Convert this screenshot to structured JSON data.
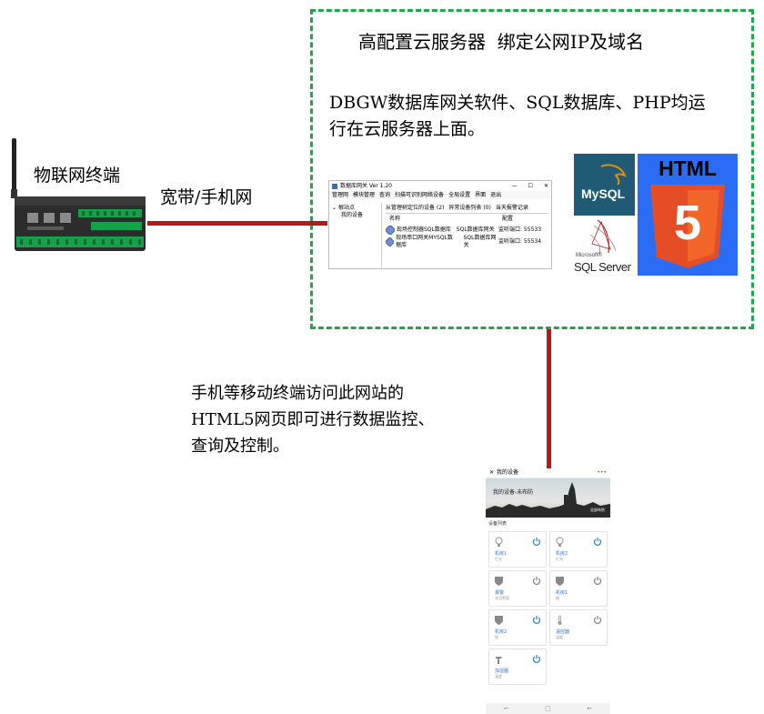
{
  "cloud": {
    "title": "高配置云服务器  绑定公网IP及域名",
    "desc_line1": "DBGW数据库网关软件、SQL数据库、PHP均运",
    "desc_line2": "行在云服务器上面。"
  },
  "device": {
    "label": "物联网终端"
  },
  "link": {
    "label": "宽带/手机网"
  },
  "phone_note": {
    "line1": "手机等移动终端访问此网站的",
    "line2": "HTML5网页即可进行数据监控、",
    "line3": "查询及控制。"
  },
  "software": {
    "title": "数据库网关 Ver 1.20",
    "menu": [
      "管理网",
      "模块管理",
      "查询",
      "扫描可识别网络设备",
      "全局设置",
      "界面",
      "退出"
    ],
    "tree_root": "根站点",
    "tree_child": "我的设备",
    "tabs": [
      "从管理树定位的设备 (2)",
      "异常设备列表 (0)",
      "当天报警记录"
    ],
    "col_name": "名称",
    "col_config": "配置",
    "rows": [
      {
        "name": "现场控制器SQL数据库",
        "type": "SQL数据库网关",
        "config": "监听端口: 55533"
      },
      {
        "name": "现场串口网关MYSQL数据库",
        "type": "SQL数据库网关",
        "config": "监听端口: 55534"
      }
    ],
    "win_controls": [
      "—",
      "☐",
      "✕"
    ]
  },
  "logos": {
    "mysql": "MySQL",
    "html": "HTML",
    "html_num": "5",
    "sqlserver_small": "Microsoft®",
    "sqlserver": "SQL Server"
  },
  "phone": {
    "title": "我的设备",
    "more": "•••",
    "banner_text": "我的设备-未布防",
    "banner_btn": "全部布防",
    "list_title": "设备列表",
    "cards": [
      {
        "name": "机房1",
        "sub": "灯光",
        "icon": "bulb",
        "on": true
      },
      {
        "name": "机房2",
        "sub": "灯光",
        "icon": "bulb",
        "on": true
      },
      {
        "name": "报警",
        "sub": "未设警报",
        "icon": "shield",
        "on": false
      },
      {
        "name": "机房1",
        "sub": "锁",
        "icon": "shield",
        "on": false
      },
      {
        "name": "机房2",
        "sub": "锁",
        "icon": "shield",
        "on": true
      },
      {
        "name": "温控器",
        "sub": "温度",
        "icon": "thermo",
        "on": false
      },
      {
        "name": "加湿器",
        "sub": "湿度",
        "icon": "spray",
        "on": true
      }
    ],
    "nav": [
      "⌐",
      "▢",
      "←"
    ]
  },
  "colors": {
    "wire": "#b81818",
    "dashed_border": "#22a64a",
    "html5_bg": "#2a6df4",
    "html5_shield": "#e44d26",
    "mysql_bg": "#205a75",
    "power_on": "#2f8ad8",
    "power_off": "#888888"
  }
}
